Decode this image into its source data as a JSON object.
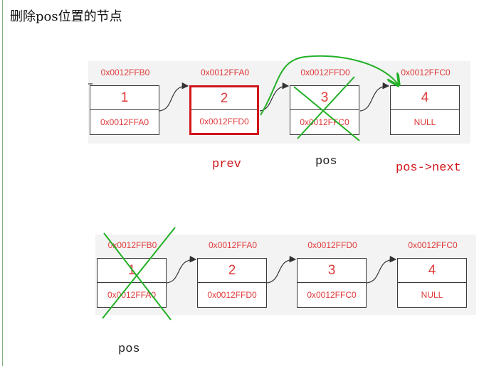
{
  "title": "删除pos位置的节点",
  "colors": {
    "address": "#e03a3a",
    "highlight": "#d0161b",
    "annotation": "#22b026"
  },
  "diagram1": {
    "nodes": [
      {
        "addr": "0x0012FFB0",
        "value": "1",
        "next": "0x0012FFA0"
      },
      {
        "addr": "0x0012FFA0",
        "value": "2",
        "next": "0x0012FFD0"
      },
      {
        "addr": "0x0012FFD0",
        "value": "3",
        "next": "0x0012FFC0"
      },
      {
        "addr": "0x0012FFC0",
        "value": "4",
        "next": "NULL"
      }
    ],
    "labels": {
      "prev": "prev",
      "pos": "pos",
      "pos_next": "pos->next"
    }
  },
  "diagram2": {
    "nodes": [
      {
        "addr": "0x0012FFB0",
        "value": "1",
        "next": "0x0012FFA0"
      },
      {
        "addr": "0x0012FFA0",
        "value": "2",
        "next": "0x0012FFD0"
      },
      {
        "addr": "0x0012FFD0",
        "value": "3",
        "next": "0x0012FFC0"
      },
      {
        "addr": "0x0012FFC0",
        "value": "4",
        "next": "NULL"
      }
    ],
    "labels": {
      "pos": "pos"
    }
  }
}
